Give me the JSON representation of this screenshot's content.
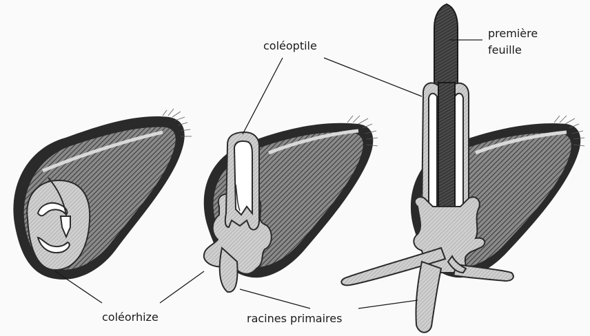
{
  "labels": {
    "coleoptile": "coléoptile",
    "premiere_line1": "première",
    "premiere_line2": "feuille",
    "coleorhize": "coléorhize",
    "racines": "racines primaires"
  },
  "colors": {
    "background": "#fafafa",
    "ink": "#1a1a1a",
    "hatch_dark": "#3a3a3a",
    "hatch_light": "#bdbdbd"
  }
}
